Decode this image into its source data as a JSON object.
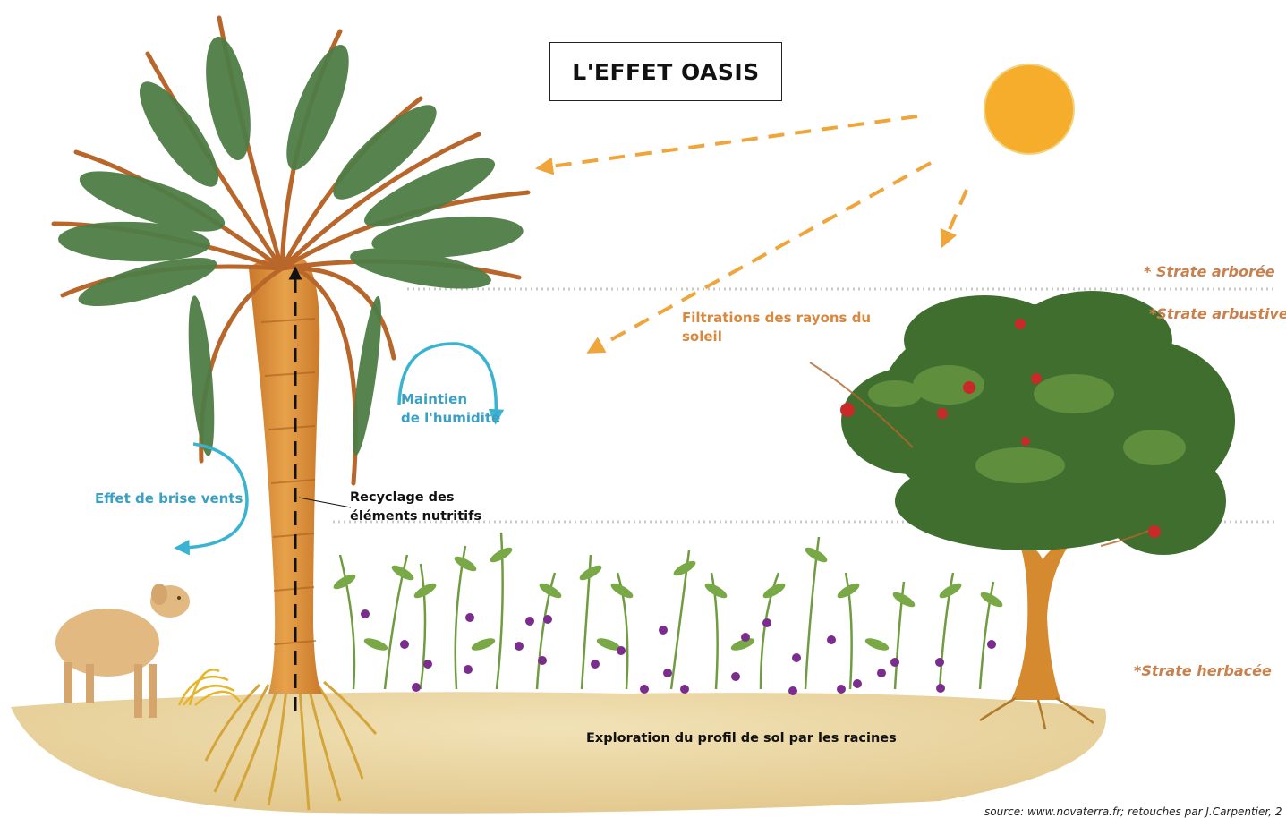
{
  "title": "L'EFFET OASIS",
  "strata": {
    "arboree": "* Strate arborée",
    "arbustive": "*Strate arbustive",
    "herbacee": "*Strate herbacée"
  },
  "labels": {
    "filtration_line1": "Filtrations des rayons du",
    "filtration_line2": "soleil",
    "maintien_line1": "Maintien",
    "maintien_line2": "de l'humidité",
    "brise_vents": "Effet de brise vents",
    "recyclage_line1": "Recyclage des",
    "recyclage_line2": "éléments nutritifs",
    "exploration": "Exploration du profil de sol par les racines"
  },
  "source": "source: www.novaterra.fr; retouches par J.Carpentier, 2",
  "colors": {
    "sun": "#f6ad2b",
    "ray": "#f0a53a",
    "palm_leaf": "#4e7d45",
    "trunk": "#d9872e",
    "soil": "#ebd7a3",
    "blue_arrow": "#3ab3d1",
    "flower": "#7b2d8e",
    "fruit": "#c82a2a"
  }
}
